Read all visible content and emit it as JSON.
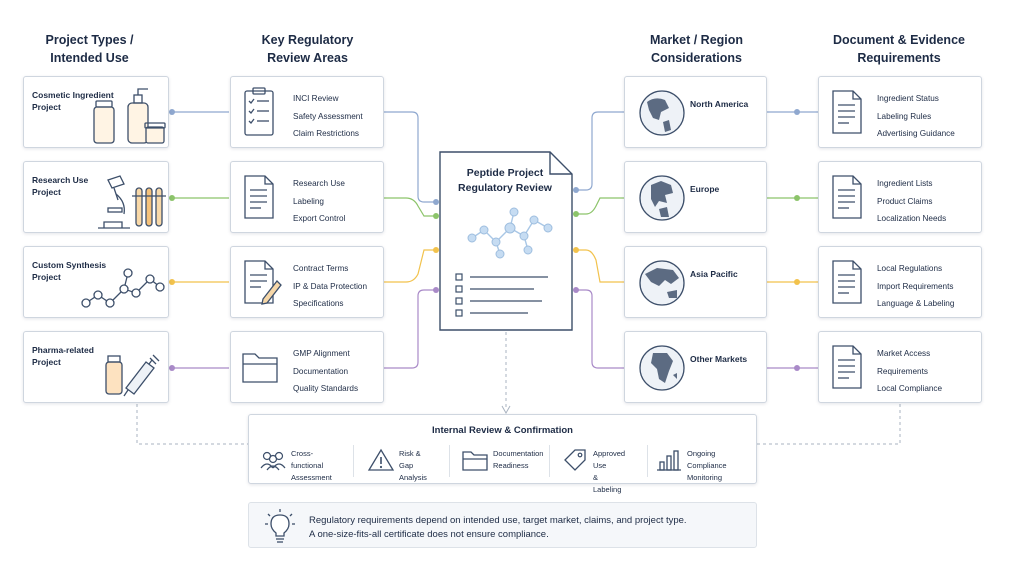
{
  "columns": {
    "project_types": "Project Types /\nIntended Use",
    "review_areas": "Key Regulatory\nReview Areas",
    "markets": "Market / Region\nConsiderations",
    "documents": "Document & Evidence\nRequirements"
  },
  "projects": [
    {
      "title": "Cosmetic Ingredient\nProject",
      "icon": "cosmetic-bottles-icon"
    },
    {
      "title": "Research Use\nProject",
      "icon": "microscope-icon"
    },
    {
      "title": "Custom Synthesis\nProject",
      "icon": "molecule-icon"
    },
    {
      "title": "Pharma-related\nProject",
      "icon": "syringe-icon"
    }
  ],
  "review_areas": [
    {
      "items": [
        "INCI Review",
        "Safety Assessment",
        "Claim Restrictions"
      ],
      "icon": "checklist-icon"
    },
    {
      "items": [
        "Research Use",
        "Labeling",
        "Export Control"
      ],
      "icon": "document-icon"
    },
    {
      "items": [
        "Contract Terms",
        "IP & Data Protection",
        "Specifications"
      ],
      "icon": "document-pencil-icon"
    },
    {
      "items": [
        "GMP Alignment",
        "Documentation",
        "Quality Standards"
      ],
      "icon": "folder-icon"
    }
  ],
  "center": {
    "title": "Peptide Project\nRegulatory Review",
    "icon": "peptide-document-icon"
  },
  "markets": [
    {
      "label": "North America",
      "icon": "globe-americas-icon"
    },
    {
      "label": "Europe",
      "icon": "globe-europe-icon"
    },
    {
      "label": "Asia Pacific",
      "icon": "globe-asia-icon"
    },
    {
      "label": "Other Markets",
      "icon": "globe-africa-icon"
    }
  ],
  "documents": [
    {
      "items": [
        "Ingredient Status",
        "Labeling Rules",
        "Advertising Guidance"
      ],
      "icon": "document-icon"
    },
    {
      "items": [
        "Ingredient Lists",
        "Product Claims",
        "Localization Needs"
      ],
      "icon": "document-icon"
    },
    {
      "items": [
        "Local Regulations",
        "Import Requirements",
        "Language & Labeling"
      ],
      "icon": "document-icon"
    },
    {
      "items": [
        "Market Access",
        "Requirements",
        "Local Compliance"
      ],
      "icon": "document-icon"
    }
  ],
  "internal_review": {
    "title": "Internal Review & Confirmation",
    "steps": [
      {
        "label": "Cross-functional\nAssessment",
        "icon": "team-icon"
      },
      {
        "label": "Risk & Gap\nAnalysis",
        "icon": "warning-icon"
      },
      {
        "label": "Documentation\nReadiness",
        "icon": "folder-icon"
      },
      {
        "label": "Approved Use\n& Labeling",
        "icon": "tag-icon"
      },
      {
        "label": "Ongoing Compliance\nMonitoring",
        "icon": "bar-chart-icon"
      }
    ]
  },
  "note": {
    "line1": "Regulatory requirements depend on intended use, target market, claims, and project type.",
    "line2": "A one-size-fits-all certificate does not ensure compliance.",
    "icon": "lightbulb-icon"
  },
  "colors": {
    "row1": "#8fa8cf",
    "row2": "#8cc46a",
    "row3": "#f2c24c",
    "row4": "#a98ac8",
    "text": "#1d2b45",
    "border": "#cfd6df"
  }
}
